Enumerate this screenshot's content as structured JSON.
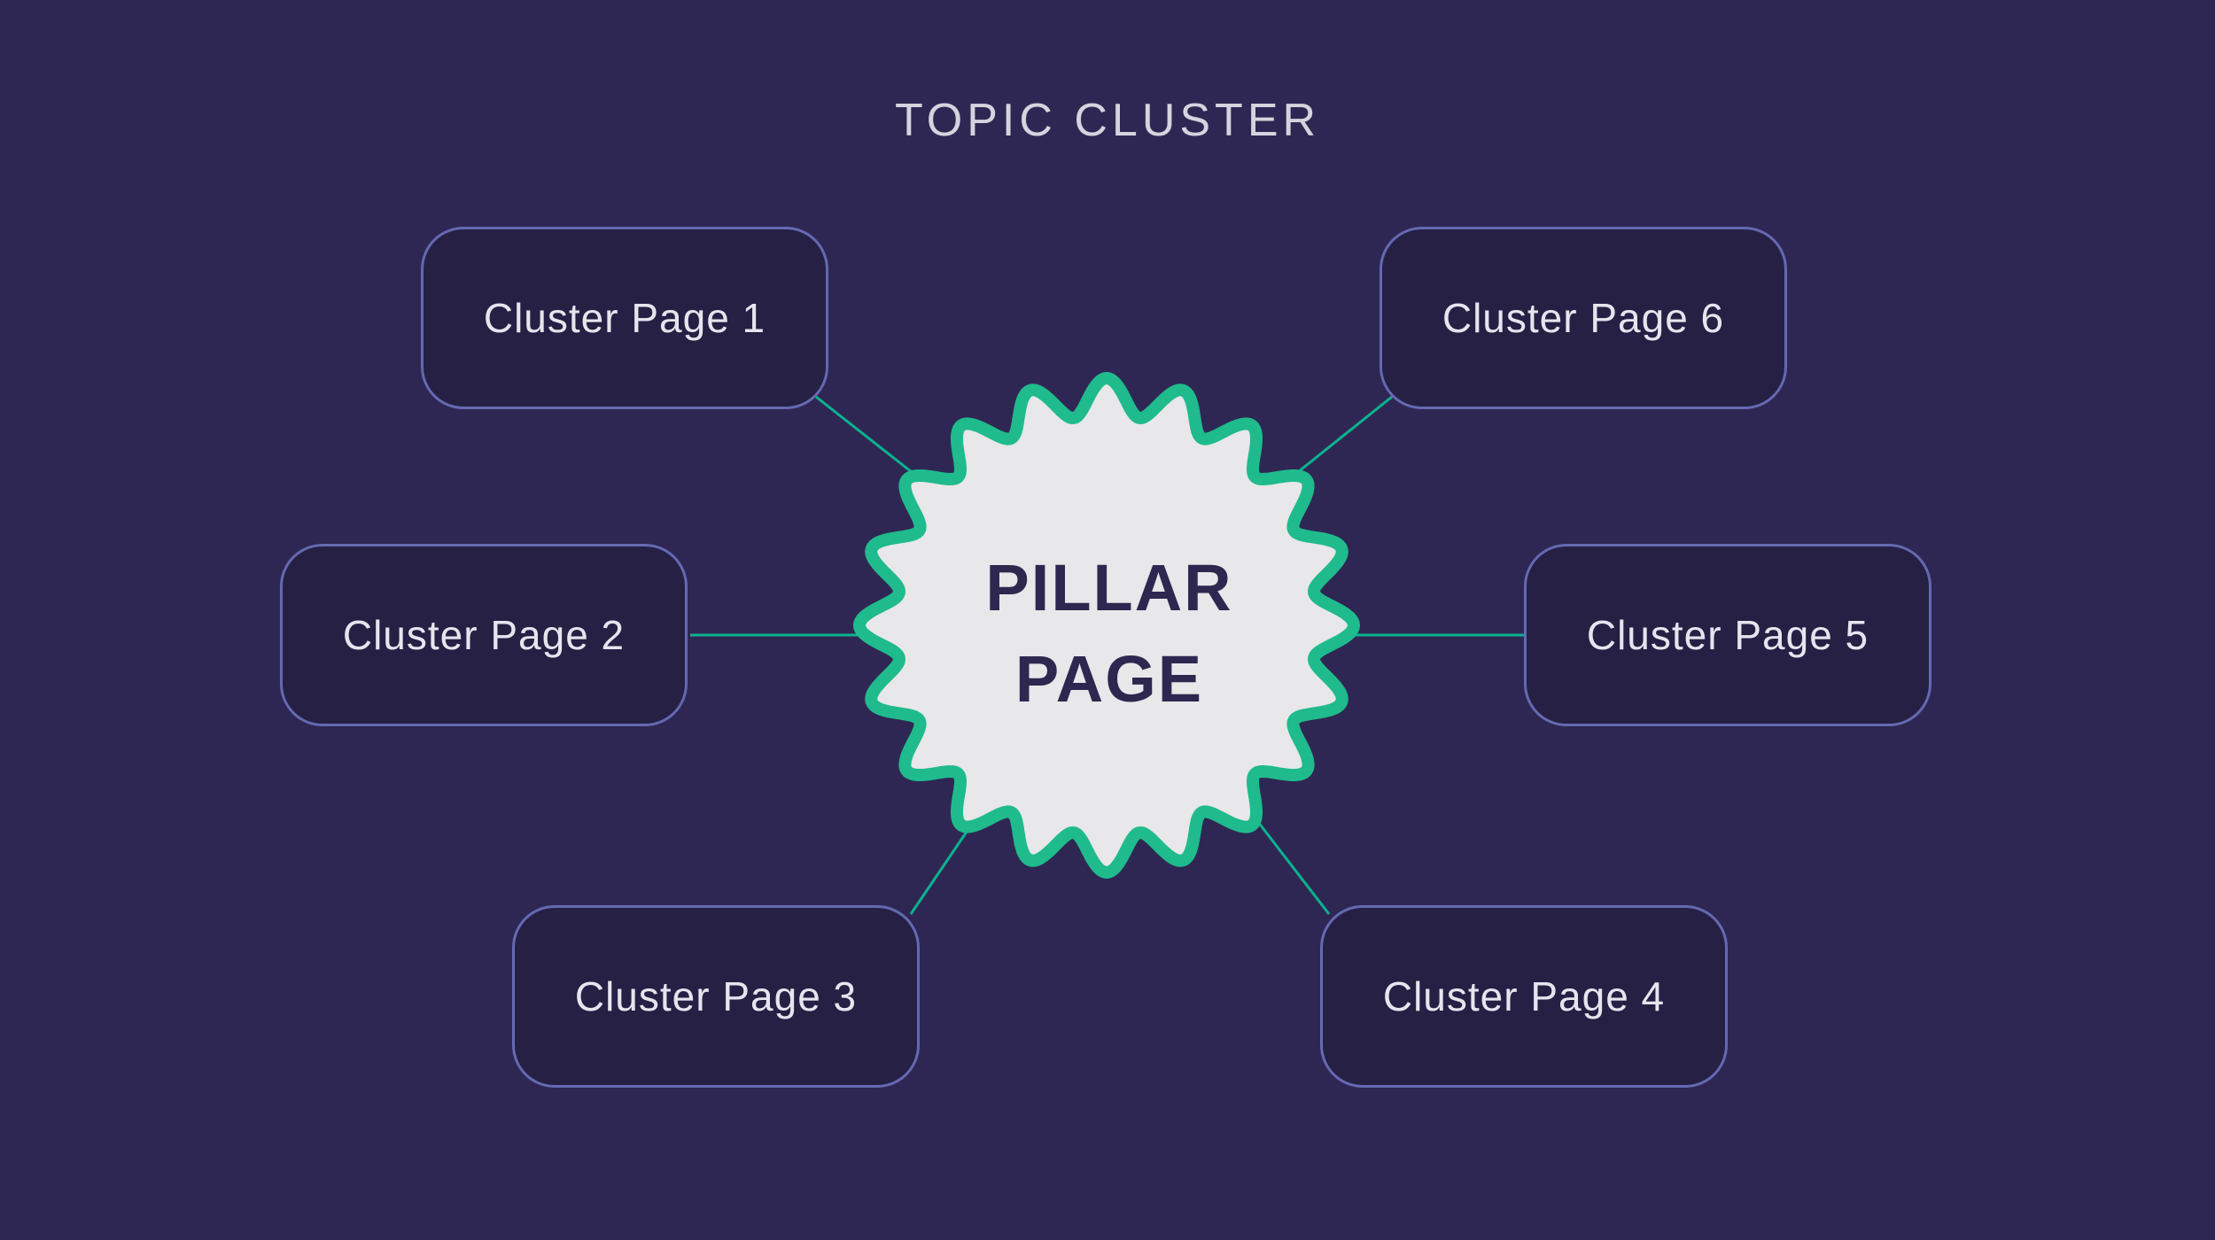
{
  "title": "TOPIC CLUSTER",
  "pillar": {
    "line1": "PILLAR",
    "line2": "PAGE"
  },
  "clusters": [
    {
      "label": "Cluster Page 1"
    },
    {
      "label": "Cluster Page 2"
    },
    {
      "label": "Cluster Page 3"
    },
    {
      "label": "Cluster Page 4"
    },
    {
      "label": "Cluster Page 5"
    },
    {
      "label": "Cluster Page 6"
    }
  ],
  "badge": {
    "scallops": 20
  },
  "colors": {
    "bg": "#2f2753",
    "title_text": "#d5d4de",
    "box_fill": "#262045",
    "box_border": "#6569b2",
    "box_text": "#e6e5ee",
    "connector": "#0ab38e",
    "badge_border": "#1fbb8d",
    "badge_fill": "#e8e7e9",
    "badge_text": "#2e2750"
  }
}
